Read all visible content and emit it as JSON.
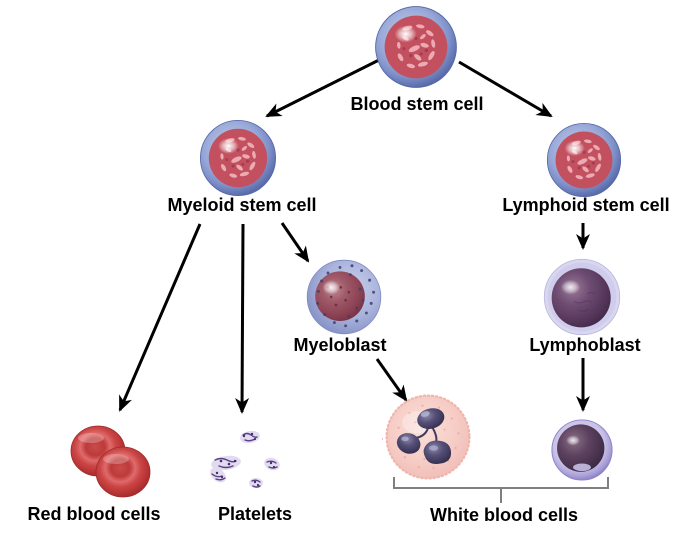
{
  "labels": {
    "blood_stem_cell": "Blood stem cell",
    "myeloid_stem_cell": "Myeloid stem cell",
    "lymphoid_stem_cell": "Lymphoid stem cell",
    "myeloblast": "Myeloblast",
    "lymphoblast": "Lymphoblast",
    "red_blood_cells": "Red blood cells",
    "platelets": "Platelets",
    "white_blood_cells": "White blood cells"
  },
  "edges": [
    {
      "from": "Blood stem cell",
      "to": "Myeloid stem cell"
    },
    {
      "from": "Blood stem cell",
      "to": "Lymphoid stem cell"
    },
    {
      "from": "Myeloid stem cell",
      "to": "Red blood cells"
    },
    {
      "from": "Myeloid stem cell",
      "to": "Platelets"
    },
    {
      "from": "Myeloid stem cell",
      "to": "Myeloblast"
    },
    {
      "from": "Myeloblast",
      "to": "White blood cells (granulocyte)"
    },
    {
      "from": "Lymphoid stem cell",
      "to": "Lymphoblast"
    },
    {
      "from": "Lymphoblast",
      "to": "White blood cells (lymphocyte)"
    }
  ],
  "colors": {
    "background": "#ffffff",
    "label_text": "#000000",
    "arrow": "#000000",
    "bracket": "#7f7f7f",
    "stem_cell_ring": "#8296cc",
    "stem_cell_core": "#c2505e",
    "myeloblast_cytoplasm": "#a9b3dc",
    "myeloblast_nucleus": "#8c4253",
    "lymphoblast_nucleus": "#5c3a5e",
    "granulocyte_cytoplasm": "#f6cdc6",
    "granulocyte_nucleus": "#4a4466",
    "lymphocyte_nucleus": "#44304a",
    "red_blood_cell": "#c23c3c",
    "platelet": "#5b3e86"
  }
}
